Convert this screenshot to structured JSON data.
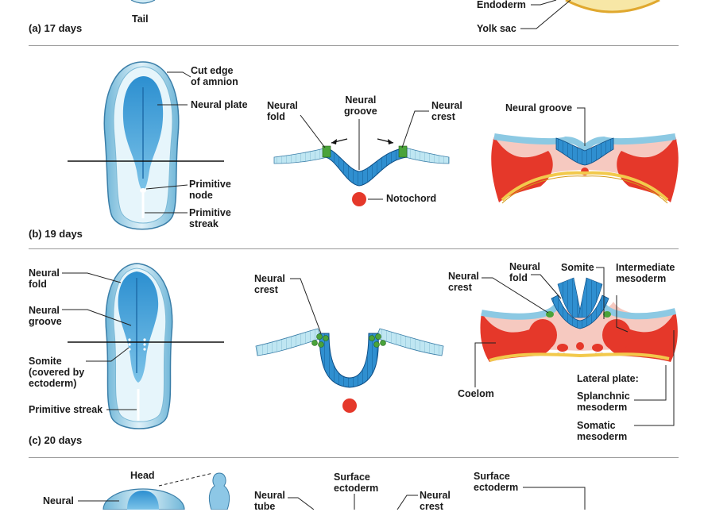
{
  "panel_a": {
    "stage": "(a) 17 days",
    "labels": {
      "tail": "Tail",
      "endoderm": "Endoderm",
      "yolk_sac": "Yolk sac"
    }
  },
  "panel_b": {
    "stage": "(b) 19 days",
    "labels": {
      "cut_edge_of_amnion": "Cut edge\nof amnion",
      "neural_plate": "Neural plate",
      "primitive_node": "Primitive\nnode",
      "primitive_streak": "Primitive\nstreak",
      "neural_fold": "Neural\nfold",
      "neural_groove": "Neural\ngroove",
      "neural_crest": "Neural\ncrest",
      "notochord": "Notochord",
      "neural_groove_section": "Neural groove"
    }
  },
  "panel_c": {
    "stage": "(c) 20 days",
    "labels": {
      "neural_fold": "Neural\nfold",
      "neural_groove": "Neural\ngroove",
      "somite_covered": "Somite\n(covered by\nectoderm)",
      "primitive_streak": "Primitive streak",
      "neural_crest_mid": "Neural\ncrest",
      "neural_crest_right": "Neural\ncrest",
      "neural_fold_right": "Neural\nfold",
      "somite": "Somite",
      "intermediate_mesoderm": "Intermediate\nmesoderm",
      "coelom": "Coelom",
      "lateral_plate": "Lateral plate:",
      "splanchnic_mesoderm": "Splanchnic\nmesoderm",
      "somatic_mesoderm": "Somatic\nmesoderm"
    }
  },
  "panel_d": {
    "labels": {
      "head": "Head",
      "neural_fold": "Neural",
      "neural_tube": "Neural\ntube",
      "surface_ectoderm": "Surface\nectoderm",
      "neural_crest": "Neural\ncrest",
      "surface_ectoderm_right": "Surface\nectoderm"
    }
  },
  "colors": {
    "neural_blue": "#2f8fd0",
    "ectoderm_light": "#bfe6f2",
    "mesoderm_red": "#e5382a",
    "mesoderm_pink": "#f6c9c0",
    "neural_crest_green": "#4aa33a",
    "yolk": "#f2c94c"
  }
}
